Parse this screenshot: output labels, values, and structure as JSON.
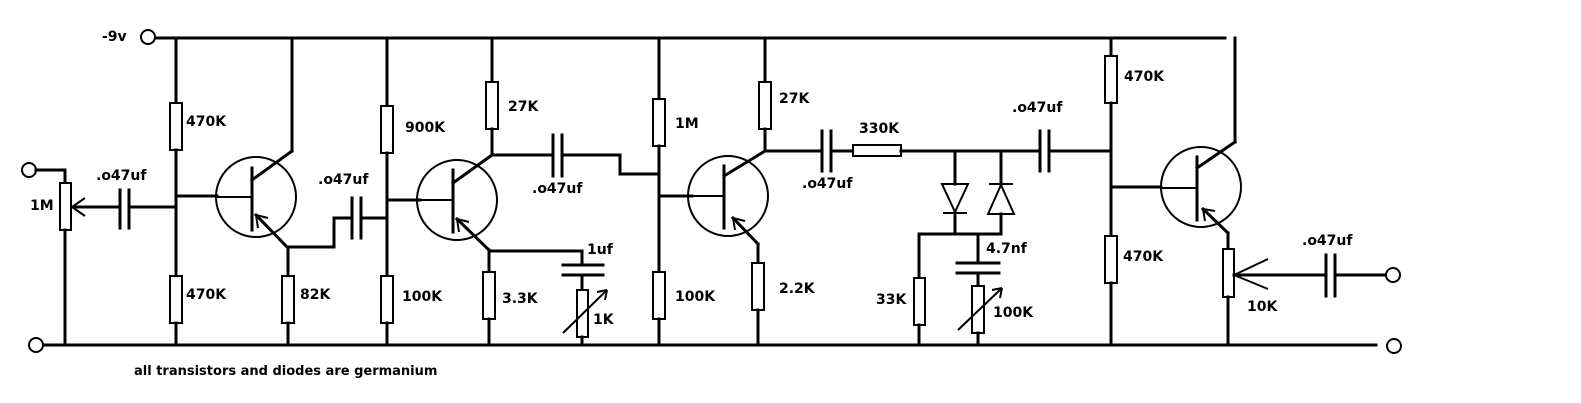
{
  "diagram": {
    "supply_label": "-9v",
    "note": "all transistors and diodes are germanium",
    "colors": {
      "ink": "#000000",
      "background": "#ffffff"
    },
    "stage1": {
      "input_pot": "1M",
      "input_cap": ".o47uf",
      "bias_top": "470K",
      "bias_bottom": "470K",
      "emitter_res": "82K",
      "coupling_cap": ".o47uf"
    },
    "stage2": {
      "bias_top": "900K",
      "bias_bottom": "100K",
      "collector_res": "27K",
      "emitter_res": "3.3K",
      "bypass_cap": "1uf",
      "bypass_var_res": "1K",
      "coupling_cap": ".o47uf"
    },
    "stage3": {
      "bias_top": "1M",
      "bias_bottom": "100K",
      "collector_res": "27K",
      "emitter_res": "2.2K",
      "coupling_cap": ".o47uf"
    },
    "clipper": {
      "series_res": "330K",
      "shunt_res": "33K",
      "filter_cap": "4.7nf",
      "filter_var_res": "100K",
      "output_cap": ".o47uf"
    },
    "stage4": {
      "bias_top": "470K",
      "bias_bottom": "470K",
      "output_pot": "10K",
      "output_cap": ".o47uf"
    }
  }
}
